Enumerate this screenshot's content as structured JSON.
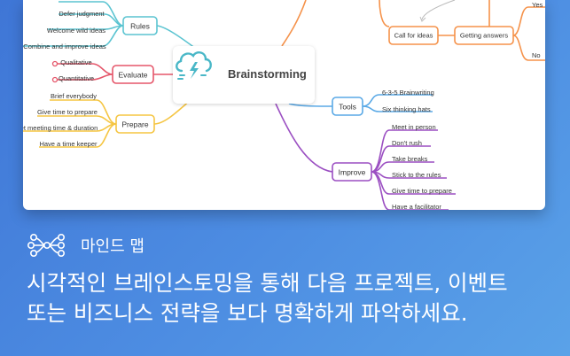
{
  "mindmap": {
    "central": "Brainstorming",
    "branches": {
      "rules": {
        "label": "Rules",
        "children": [
          "Defer judgment",
          "Welcome wild ideas",
          "Combine and improve ideas"
        ]
      },
      "evaluate": {
        "label": "Evaluate",
        "children": [
          "Qualitative",
          "Quantitative"
        ]
      },
      "prepare": {
        "label": "Prepare",
        "children": [
          "Brief everybody",
          "Give time to prepare",
          "Set meeting time & duration",
          "Have a time keeper"
        ]
      },
      "tools": {
        "label": "Tools",
        "children": [
          "6-3-5 Brainwriting",
          "Six thinking hats"
        ]
      },
      "improve": {
        "label": "Improve",
        "children": [
          "Meet in person",
          "Don't rush",
          "Take breaks",
          "Stick to the rules",
          "Give time to prepare",
          "Have a facilitator"
        ]
      },
      "ideas": {
        "call": "Call for ideas",
        "answers": "Getting answers",
        "yes": "Yes",
        "no": "No"
      }
    }
  },
  "caption": {
    "feature_label": "마인드 맵",
    "headline_line1": "시각적인 브레인스토밍을 통해 다음 프로젝트, 이벤트",
    "headline_line2": "또는 비즈니스 전략을 보다 명확하게 파악하세요."
  },
  "colors": {
    "rules": "#5bc4d1",
    "evaluate": "#e5566a",
    "prepare": "#f5c542",
    "tools": "#5aa9e6",
    "improve": "#9b4fc2",
    "ideas": "#f5924a"
  }
}
